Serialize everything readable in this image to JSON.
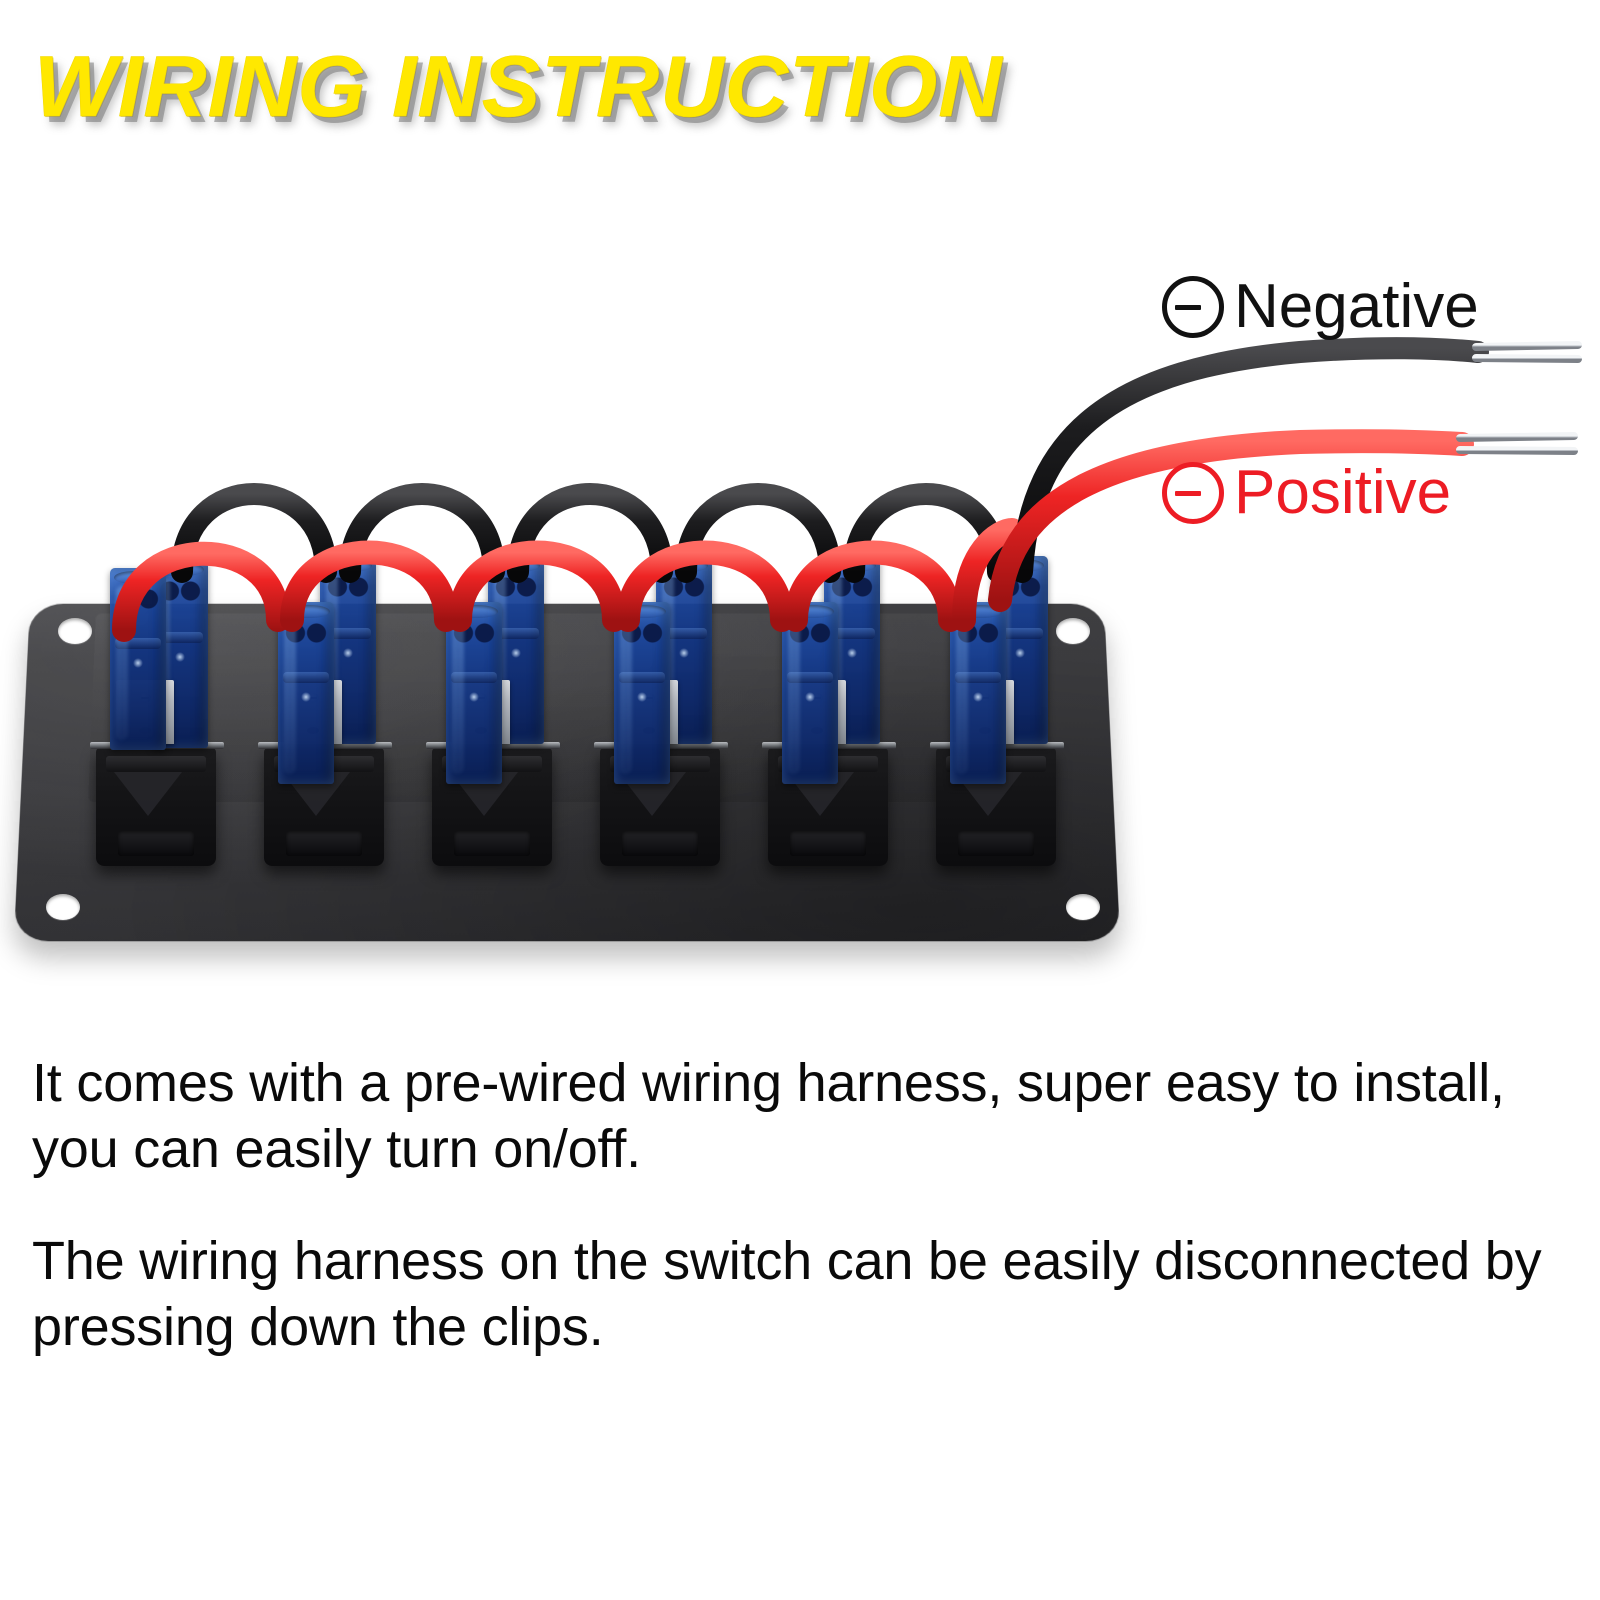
{
  "title": {
    "text": "WIRING INSTRUCTION",
    "color": "#FFE800",
    "shadow_color": "#808080"
  },
  "product": {
    "name": "6-gang rocker switch panel",
    "panel_color": "#3a3a3d",
    "switch_count": 6,
    "mount_hole_count": 4,
    "connector_color": "#13347a",
    "wire_colors": {
      "positive": "#ED1C24",
      "negative": "#111111",
      "bare_copper": "#c8ccd2"
    }
  },
  "leads": [
    {
      "id": "negative",
      "label": "Negative",
      "symbol": "circled-minus",
      "color": "#111111"
    },
    {
      "id": "positive",
      "label": "Positive",
      "symbol": "circled-minus",
      "color": "#ED1C24"
    }
  ],
  "description": {
    "paragraph_1": "It comes with a pre-wired wiring harness, super easy to install, you can easily turn on/off.",
    "paragraph_2": "The wiring harness on the switch can be easily disconnected by pressing down the clips."
  }
}
